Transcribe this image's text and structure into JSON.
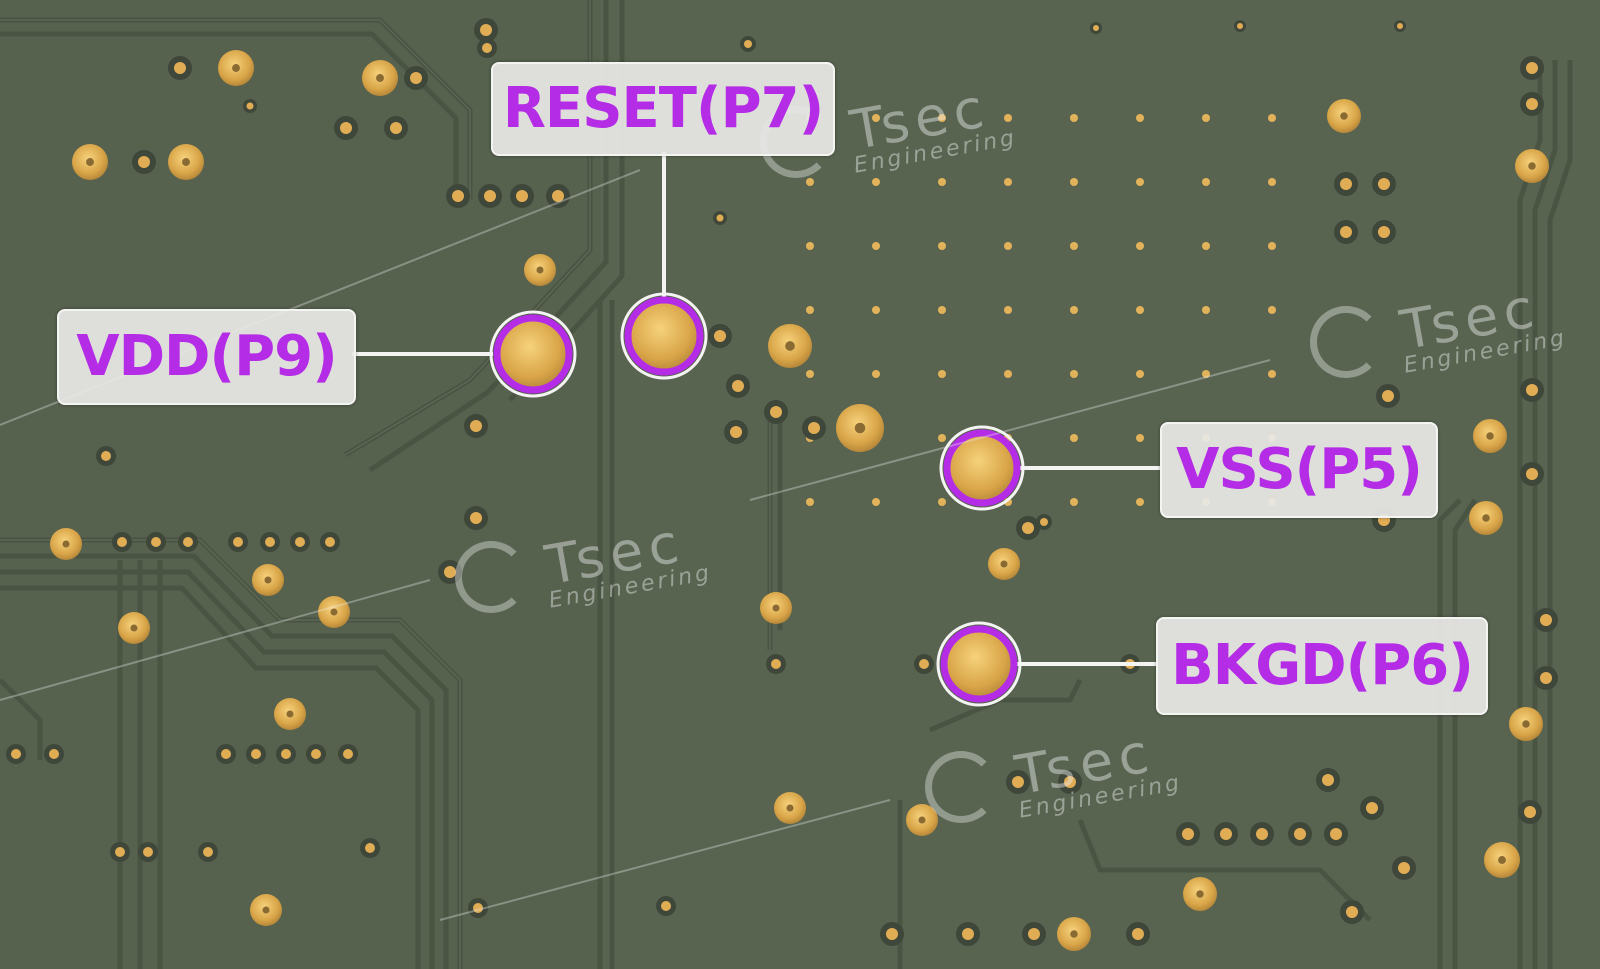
{
  "labels": {
    "reset": "RESET(P7)",
    "vdd": "VDD(P9)",
    "vss": "VSS(P5)",
    "bkgd": "BKGD(P6)"
  },
  "watermark": {
    "brand": "Tsec",
    "sub": "Engineering"
  },
  "colors": {
    "board": "#56614e",
    "trace": "#4d5846",
    "copper": "#e6b65a",
    "label_text": "#b52ce6",
    "highlight_ring": "#b52ce6"
  }
}
